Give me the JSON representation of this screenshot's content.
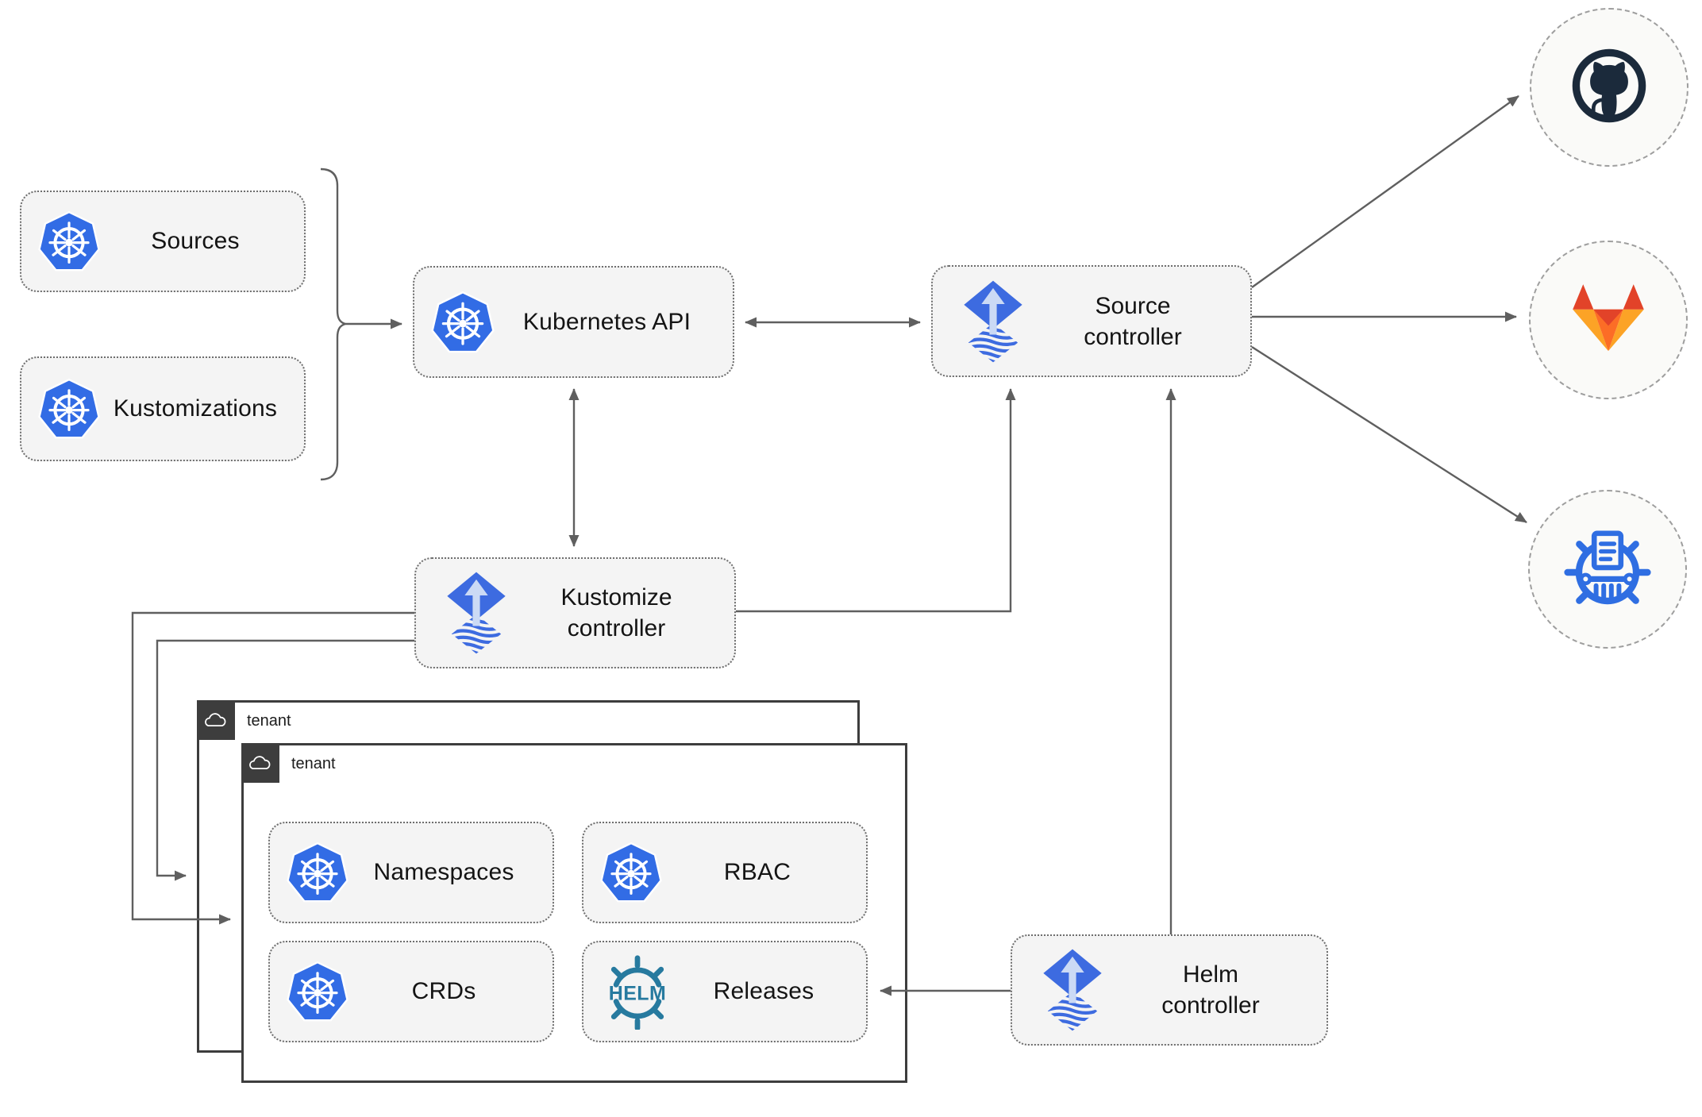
{
  "palette": {
    "k8s-blue": "#326CE5",
    "flux-blue": "#3D6BE0",
    "flux-arrow": "#CBDAF5",
    "helm-teal": "#277A9F",
    "github-navy": "#1B2A3B",
    "gitlab-red": "#E24329",
    "gitlab-orange": "#FC6D26",
    "gitlab-amber": "#FCA326",
    "chartmuseum-blue": "#2F6EE2",
    "line-gray": "#5F5F5F",
    "node-fill": "#F4F4F4",
    "tenant-border": "#3D3D3D"
  },
  "nodes": {
    "sources": {
      "label": "Sources"
    },
    "kustomizations": {
      "label": "Kustomizations"
    },
    "kubernetes_api": {
      "label": "Kubernetes API"
    },
    "source_controller": {
      "lines": [
        "Source",
        "controller"
      ]
    },
    "kustomize_controller": {
      "lines": [
        "Kustomize",
        "controller"
      ]
    },
    "helm_controller": {
      "lines": [
        "Helm",
        "controller"
      ]
    },
    "namespaces": {
      "label": "Namespaces"
    },
    "rbac": {
      "label": "RBAC"
    },
    "crds": {
      "label": "CRDs"
    },
    "releases": {
      "label": "Releases"
    }
  },
  "tenants": {
    "back": {
      "label": "tenant"
    },
    "front": {
      "label": "tenant"
    }
  },
  "logos": {
    "helm_text": "HELM"
  },
  "icons": {
    "kubernetes": "kubernetes-wheel-logo",
    "flux": "flux-diamond-arrow-logo",
    "helm": "helm-wheel-logo",
    "github": "github-octocat-logo",
    "gitlab": "gitlab-tanuki-logo",
    "chartmuseum": "chartmuseum-wheel-logo",
    "cloud": "cloud-icon"
  }
}
